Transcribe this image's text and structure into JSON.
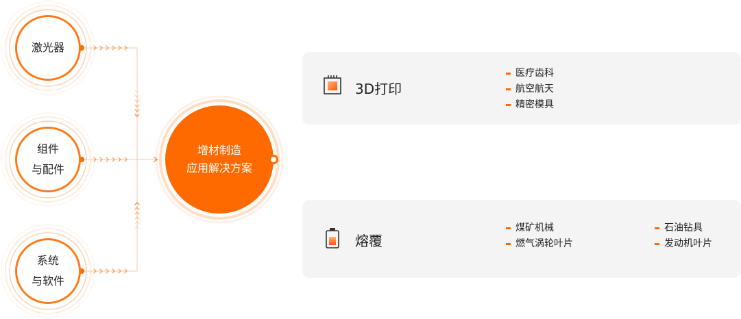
{
  "inputs": [
    {
      "lines": [
        "激光器"
      ]
    },
    {
      "lines": [
        "组件",
        "与配件"
      ]
    },
    {
      "lines": [
        "系统",
        "与软件"
      ]
    }
  ],
  "hub": {
    "lines": [
      "增材制造",
      "应用解决方案"
    ]
  },
  "applications": [
    {
      "title": "3D打印",
      "icon": "chip-icon",
      "columns": [
        [
          "医疗齿科",
          "航空航天",
          "精密模具"
        ]
      ]
    },
    {
      "title": "熔覆",
      "icon": "battery-icon",
      "columns": [
        [
          "煤矿机械",
          "燃气涡轮叶片"
        ],
        [
          "石油钻具",
          "发动机叶片"
        ]
      ]
    }
  ],
  "colors": {
    "accent": "#ff6a00",
    "ring": "#ff7a1a",
    "card_bg": "#f4f4f4"
  }
}
